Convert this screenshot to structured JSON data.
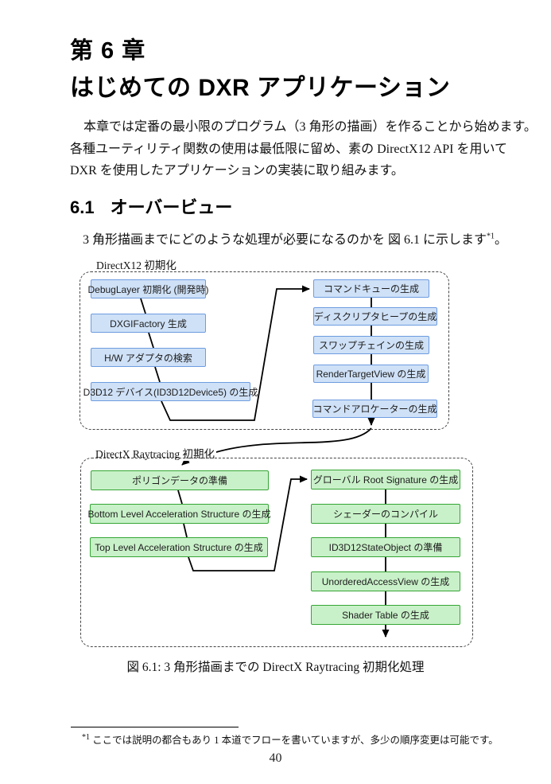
{
  "page": {
    "chapter_label": "第 6 章",
    "chapter_title": "はじめての DXR アプリケーション",
    "intro_lines": [
      "本章では定番の最小限のプログラム（3 角形の描画）を作ることから始めます。",
      "各種ユーティリティ関数の使用は最低限に留め、素の DirectX12 API を用いて",
      "DXR を使用したアプリケーションの実装に取り組みます。"
    ],
    "section_number": "6.1",
    "section_title": "オーバービュー",
    "overview_text": "3 角形描画までにどのような処理が必要になるのかを 図 6.1 に示します",
    "footnote_marker": "*1",
    "overview_period": "。",
    "figure_caption": "図 6.1: 3 角形描画までの DirectX Raytracing 初期化処理",
    "footnote_text": "ここでは説明の都合もあり 1 本道でフローを書いていますが、多少の順序変更は可能です。",
    "page_number": "40"
  },
  "diagram": {
    "groups": [
      {
        "label": "DirectX12 初期化",
        "left_nodes": [
          "DebugLayer 初期化 (開発時)",
          "DXGIFactory 生成",
          "H/W アダプタの検索",
          "D3D12 デバイス(ID3D12Device5) の生成"
        ],
        "right_nodes": [
          "コマンドキューの生成",
          "ディスクリプタヒープの生成",
          "スワップチェインの生成",
          "RenderTargetView の生成",
          "コマンドアロケーターの生成"
        ]
      },
      {
        "label": "DirectX Raytracing 初期化",
        "left_nodes": [
          "ポリゴンデータの準備",
          "Bottom Level Acceleration Structure の生成",
          "Top Level Acceleration Structure の生成"
        ],
        "right_nodes": [
          "グローバル Root Signature の生成",
          "シェーダーのコンパイル",
          "ID3D12StateObject の準備",
          "UnorderedAccessView の生成",
          "Shader Table の生成"
        ]
      }
    ]
  },
  "colors": {
    "blue_fill": "#cfe1f7",
    "blue_border": "#6d9ce0",
    "green_fill": "#c9f1c9",
    "green_border": "#35a535",
    "line": "#000000"
  }
}
